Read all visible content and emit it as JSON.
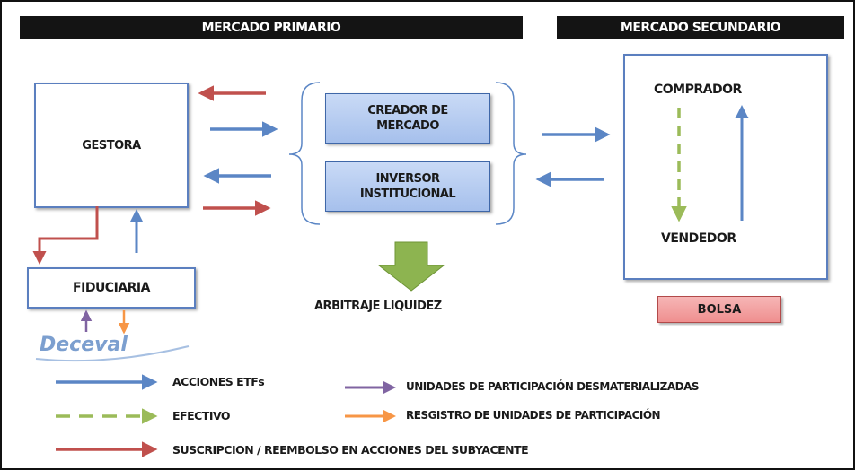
{
  "header": {
    "primary": "MERCADO PRIMARIO",
    "secondary": "MERCADO SECUNDARIO"
  },
  "boxes": {
    "gestora": "GESTORA",
    "fiduciaria": "FIDUCIARIA",
    "creador_line1": "CREADOR DE",
    "creador_line2": "MERCADO",
    "inversor_line1": "INVERSOR",
    "inversor_line2": "INSTITUCIONAL",
    "comprador": "COMPRADOR",
    "vendedor": "VENDEDOR",
    "bolsa": "BOLSA"
  },
  "labels": {
    "arbitraje": "ARBITRAJE LIQUIDEZ"
  },
  "logo": {
    "text": "Deceval"
  },
  "legend": {
    "acciones": "ACCIONES ETFs",
    "efectivo": "EFECTIVO",
    "suscripcion": "SUSCRIPCION / REEMBOLSO EN ACCIONES DEL SUBYACENTE",
    "unidades": "UNIDADES DE PARTICIPACIÓN DESMATERIALIZADAS",
    "registro": "RESGISTRO DE UNIDADES DE PARTICIPACIÓN"
  },
  "colors": {
    "blue": "#5b86c5",
    "red": "#c0504d",
    "green": "#9bbb59",
    "purple": "#8064a2",
    "orange": "#f79646"
  }
}
